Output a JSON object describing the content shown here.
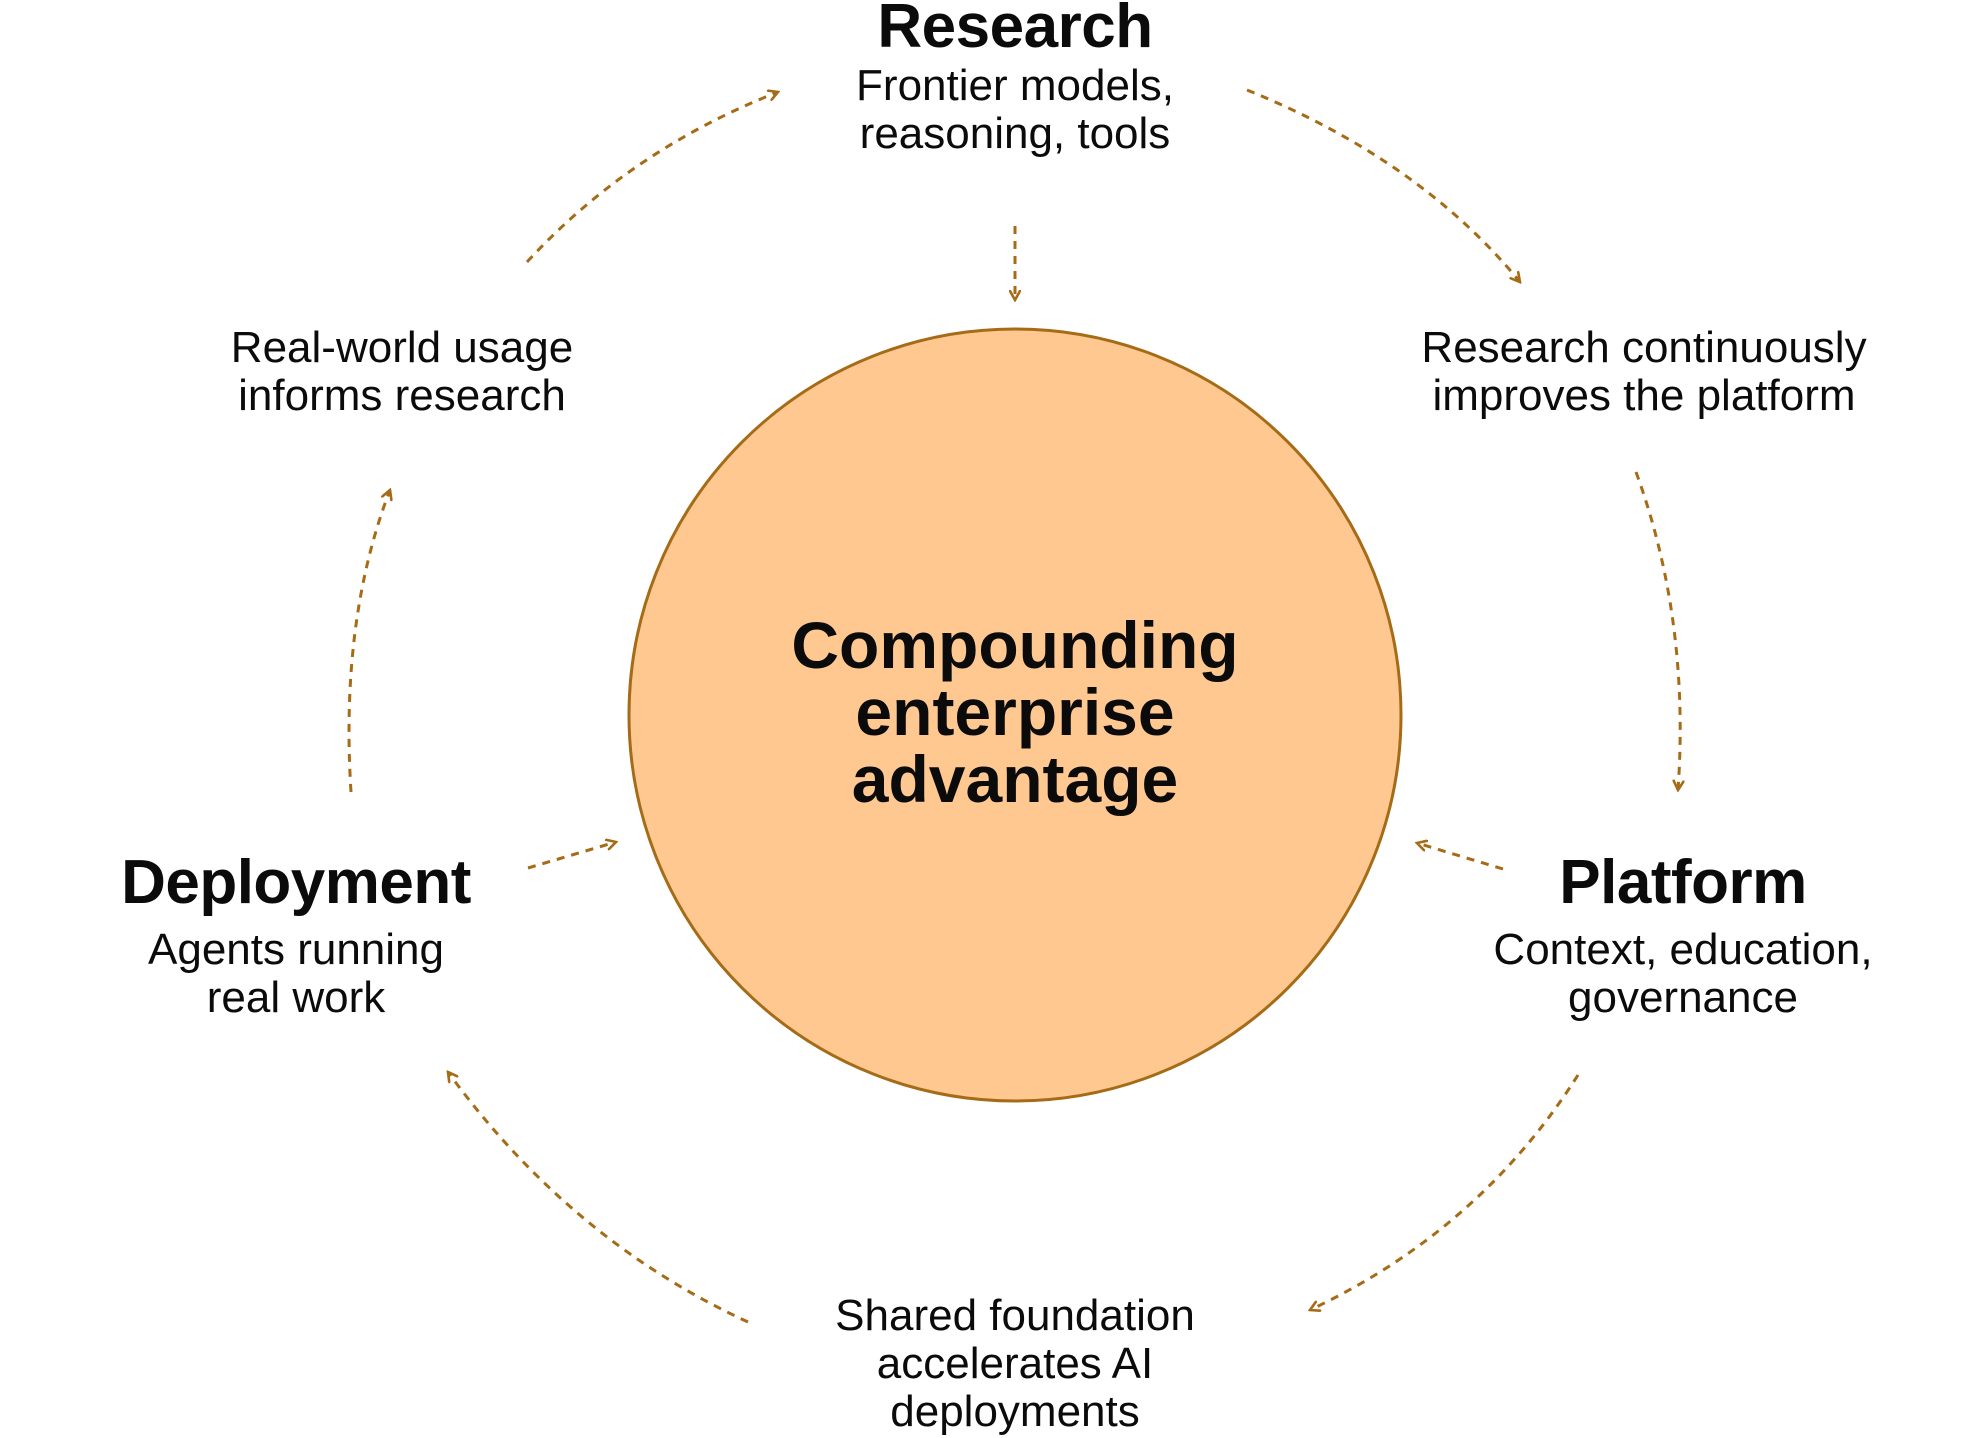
{
  "colors": {
    "circle_fill": "#FEC890",
    "circle_stroke": "#A66B16",
    "arrow": "#A66B16",
    "text": "#0B0B0B"
  },
  "center": {
    "line1": "Compounding",
    "line2": "enterprise",
    "line3": "advantage"
  },
  "nodes": {
    "research": {
      "title": "Research",
      "sub1": "Frontier models,",
      "sub2": "reasoning, tools"
    },
    "platform": {
      "title": "Platform",
      "sub1": "Context, education,",
      "sub2": "governance"
    },
    "deployment": {
      "title": "Deployment",
      "sub1": "Agents running",
      "sub2": "real work"
    }
  },
  "edges": {
    "research_to_platform": {
      "line1": "Research continuously",
      "line2": "improves the platform"
    },
    "platform_to_deployment": {
      "line1": "Shared foundation",
      "line2": "accelerates AI",
      "line3": "deployments"
    },
    "deployment_to_research": {
      "line1": "Real-world usage",
      "line2": "informs research"
    }
  }
}
